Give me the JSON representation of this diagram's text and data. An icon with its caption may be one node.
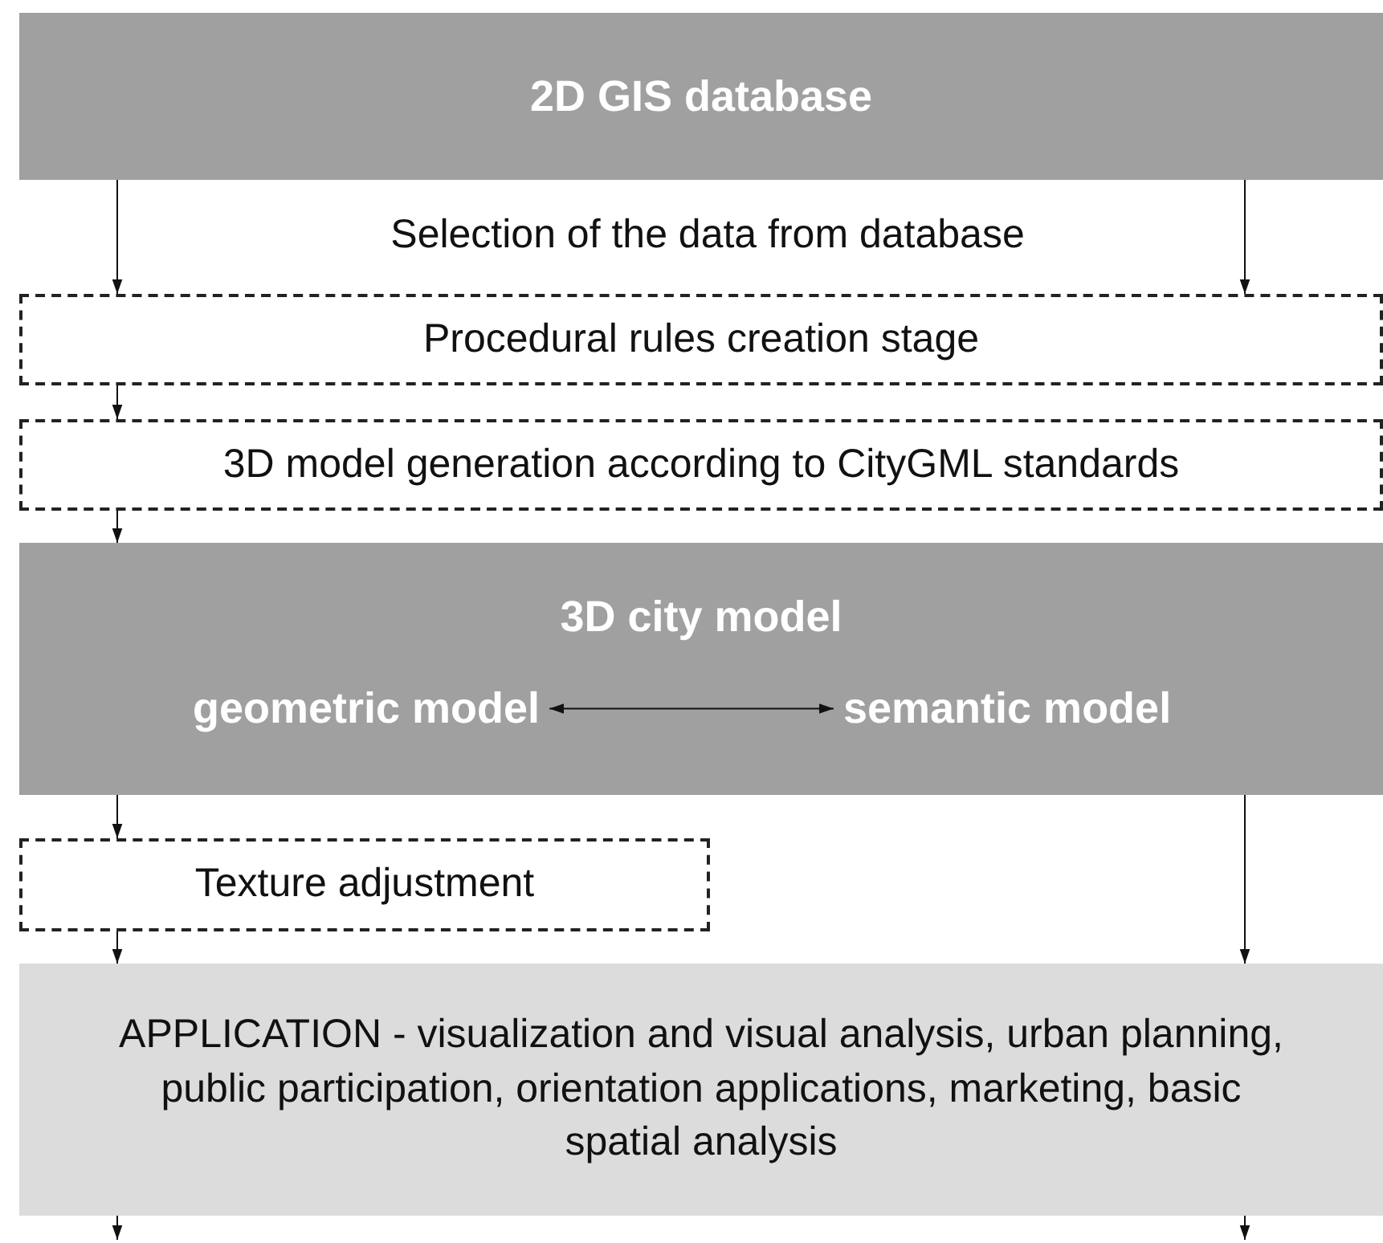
{
  "diagram": {
    "nodes": [
      {
        "text": [
          "2D GIS database"
        ]
      },
      {
        "text": [
          "Procedural rules creation stage"
        ]
      },
      {
        "text": [
          "3D model generation according to CityGML standards"
        ]
      },
      {
        "text": [
          "3D city model"
        ]
      },
      {
        "text": [
          "geometric model"
        ],
        "in": 3
      },
      {
        "text": [
          "semantic model"
        ],
        "in": 3
      },
      {
        "text": [
          "Texture adjustment"
        ]
      },
      {
        "text": [
          "APPLICATION - visualization and visual analysis,  urban planning, public participation, orientation applications, marketing, basic spatial analysis"
        ]
      }
    ],
    "edges": [
      {
        "from": 0,
        "to": 1,
        "arrow": "to"
      },
      {
        "from": 0,
        "to": 1,
        "arrow": "to"
      },
      {
        "from": 1,
        "to": 2,
        "arrow": "to"
      },
      {
        "from": 2,
        "to": 3,
        "arrow": "to"
      },
      {
        "from": 4,
        "to": 5,
        "arrow": "both"
      },
      {
        "from": 3,
        "to": 6,
        "arrow": "to"
      },
      {
        "from": 6,
        "to": 7,
        "arrow": "to"
      },
      {
        "from": 3,
        "to": 7,
        "arrow": "to"
      },
      {
        "from": 7,
        "to": null,
        "arrow": "to"
      },
      {
        "from": 7,
        "to": null,
        "arrow": "to"
      }
    ],
    "labels": [
      "Selection of the data from database"
    ]
  }
}
